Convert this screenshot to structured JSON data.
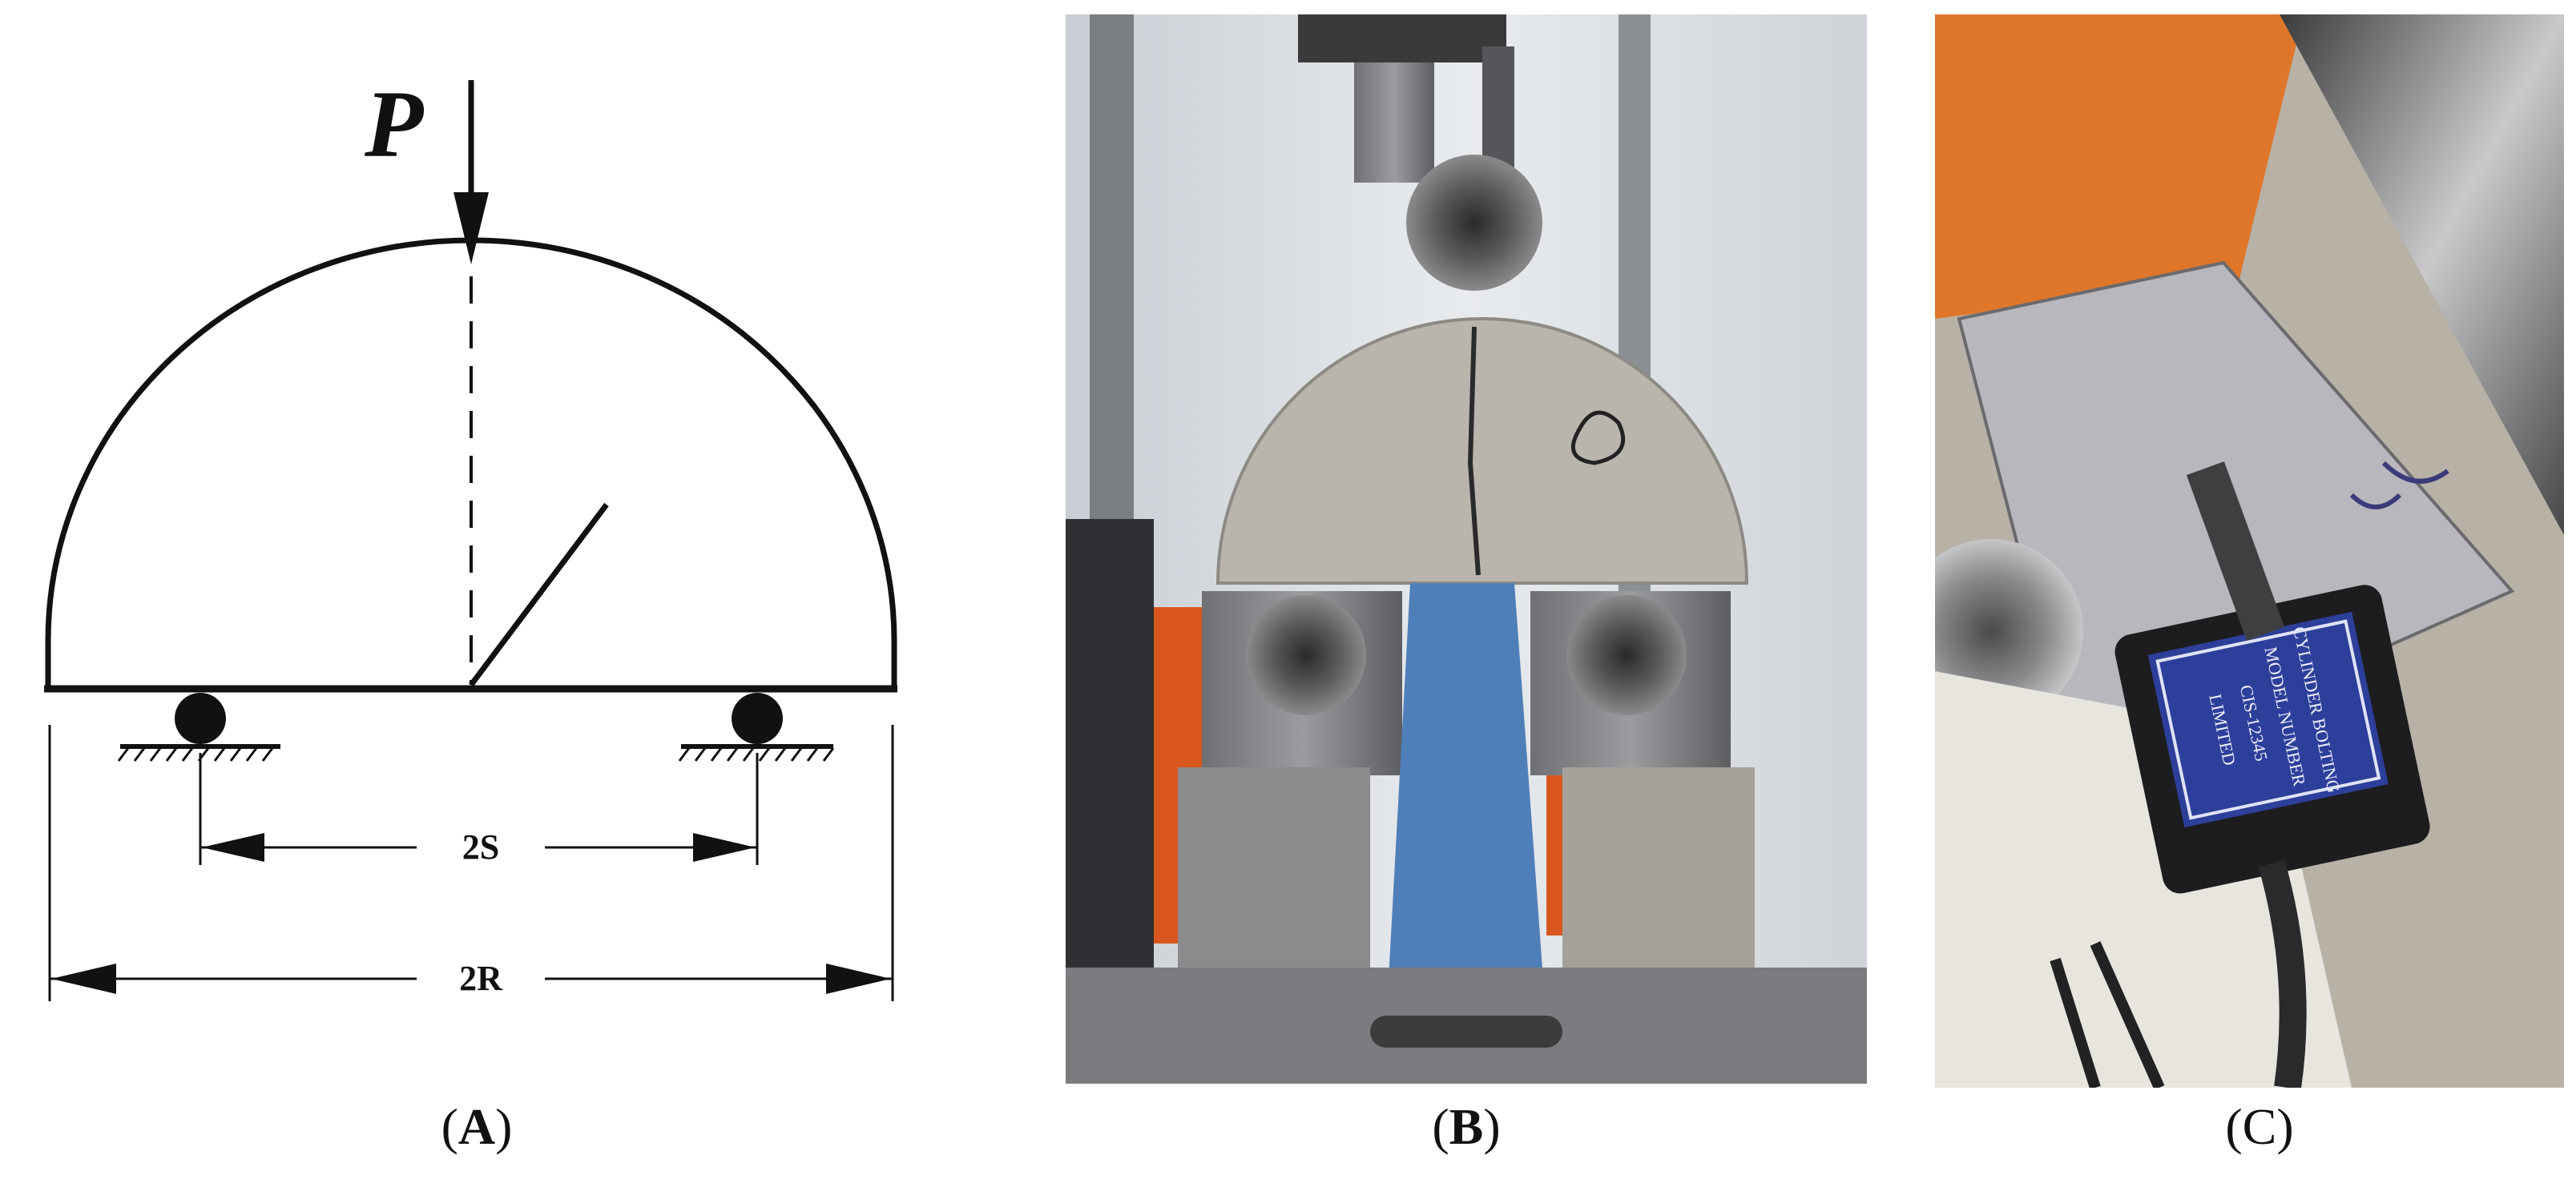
{
  "panel_a": {
    "load_label": "P",
    "support_span_label": "2S",
    "diameter_label": "2R",
    "caption_open": "(",
    "caption_letter": "A",
    "caption_close": ")"
  },
  "panel_b": {
    "caption_open": "(",
    "caption_letter": "B",
    "caption_close": ")"
  },
  "panel_c": {
    "caption_open": "(",
    "caption_letter": "C",
    "caption_close": ")",
    "sensor_text": [
      "CYLINDER BOLTING",
      "MODEL NUMBER",
      "CIS-12345",
      "LIMITED"
    ]
  },
  "colors": {
    "diagram_stroke": "#111111",
    "concrete": "#b9b5ac",
    "frame": "#3a3a3c",
    "orange_panel": "#d9571e",
    "cloth_blue": "#4f7fb8",
    "sensor_label_blue": "#2c3f9a"
  }
}
